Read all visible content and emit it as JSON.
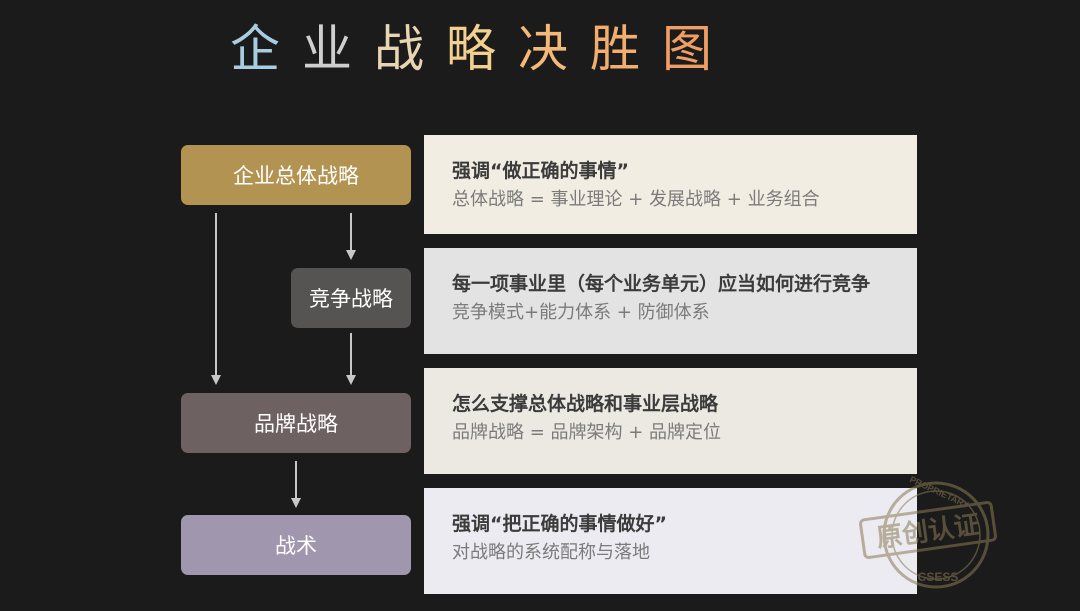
{
  "title": {
    "chars": [
      {
        "text": "企",
        "color": "#a9cde0"
      },
      {
        "text": "业",
        "color": "#cfcfcf"
      },
      {
        "text": "战",
        "color": "#e8d6b3"
      },
      {
        "text": "略",
        "color": "#f3d08f"
      },
      {
        "text": "决",
        "color": "#f4b978"
      },
      {
        "text": "胜",
        "color": "#f2ae6e"
      },
      {
        "text": "图",
        "color": "#f09e65"
      }
    ]
  },
  "nodes": {
    "corporate": "企业总体战略",
    "competitive": "竞争战略",
    "brand": "品牌战略",
    "tactics": "战术"
  },
  "cards": [
    {
      "heading": "强调“做正确的事情”",
      "text": "总体战略 = 事业理论 + 发展战略 + 业务组合"
    },
    {
      "heading": "每一项事业里（每个业务单元）应当如何进行竞争",
      "text": "竞争模式+能力体系 + 防御体系"
    },
    {
      "heading": "怎么支撑总体战略和事业层战略",
      "text": "品牌战略 = 品牌架构 + 品牌定位"
    },
    {
      "heading": "强调“把正确的事情做好”",
      "text": "对战略的系统配称与落地"
    }
  ],
  "seal": {
    "main": "原创认证",
    "top": "PROPRIETARY",
    "bottom": "CSESS"
  }
}
